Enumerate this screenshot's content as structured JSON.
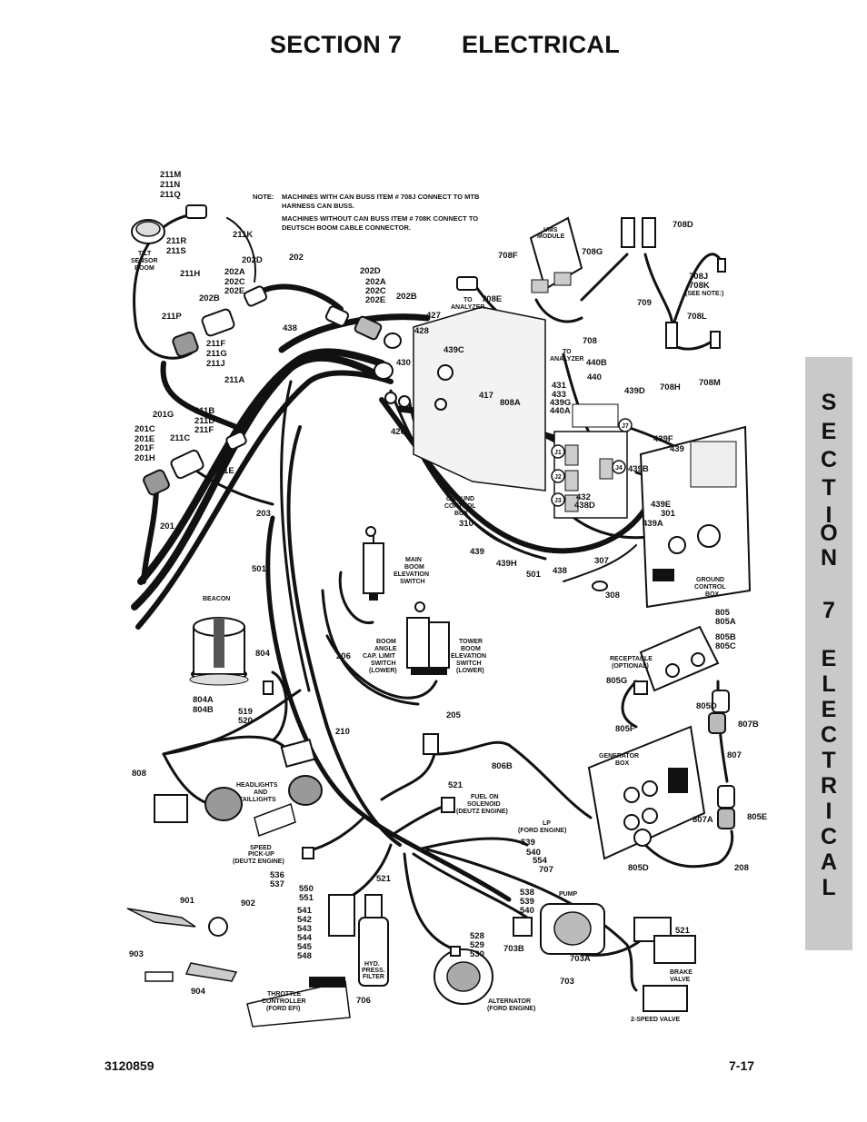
{
  "header": {
    "section": "SECTION 7",
    "title": "ELECTRICAL"
  },
  "side_tab": {
    "letters": [
      "S",
      "E",
      "C",
      "T",
      "I",
      "O",
      "N",
      "7",
      "E",
      "L",
      "E",
      "C",
      "T",
      "R",
      "I",
      "C",
      "A",
      "L"
    ]
  },
  "footer": {
    "doc_number": "3120859",
    "page_number": "7-17"
  },
  "note": {
    "lead": "NOTE:",
    "lines": [
      "MACHINES WITH CAN BUSS ITEM # 708J CONNECT TO MTB",
      "HARNESS CAN BUSS.",
      "MACHINES WITHOUT CAN BUSS ITEM # 708K CONNECT TO",
      "DEUTSCH BOOM CABLE CONNECTOR."
    ]
  },
  "labels": {
    "l211m": "211M",
    "l211n": "211N",
    "l211q": "211Q",
    "l211k": "211K",
    "l211r": "211R",
    "l211s": "211S",
    "tilt1": "TILT",
    "tilt2": "SENSOR",
    "tilt3": "BOOM",
    "l211h": "211H",
    "l202d": "202D",
    "l202": "202",
    "l202a": "202A",
    "l202c": "202C",
    "l202e": "202E",
    "l202b": "202B",
    "l202d2": "202D",
    "l202a2": "202A",
    "l202c2": "202C",
    "l202e2": "202E",
    "l202b2": "202B",
    "l211p": "211P",
    "l211f": "211F",
    "l211g": "211G",
    "l211j": "211J",
    "l438": "438",
    "l427": "427",
    "l428": "428",
    "l430": "430",
    "l211a": "211A",
    "l426": "426",
    "l201g": "201G",
    "l211b": "211B",
    "l211d": "211D",
    "l211f2": "211F",
    "l201c": "201C",
    "l201e": "201E",
    "l201f": "201F",
    "l201h": "201H",
    "l211c": "211C",
    "l211e": "211E",
    "l203": "203",
    "l201": "201",
    "l501": "501",
    "beacon": "BEACON",
    "l804": "804",
    "l804a": "804A",
    "l804b": "804B",
    "l519": "519",
    "l520": "520",
    "l808": "808",
    "hl1": "HEADLIGHTS",
    "hl2": "AND",
    "hl3": "TAILLIGHTS",
    "sp1": "SPEED",
    "sp2": "PICK-UP",
    "sp3": "(DEUTZ ENGINE)",
    "l536": "536",
    "l537": "537",
    "l550": "550",
    "l551": "551",
    "l521a": "521",
    "l541": "541",
    "l542": "542",
    "l543": "543",
    "l544": "544",
    "l545": "545",
    "l548": "548",
    "l901": "901",
    "l902": "902",
    "l903": "903",
    "l904": "904",
    "tc1": "THROTTLE",
    "tc2": "CONTROLLER",
    "tc3": "(FORD EFI)",
    "l706": "706",
    "hp1": "HYD.",
    "hp2": "PRESS.",
    "hp3": "FILTER",
    "l528": "528",
    "l529": "529",
    "l530": "530",
    "alt1": "ALTERNATOR",
    "alt2": "(FORD ENGINE)",
    "l538": "538",
    "l539": "539",
    "l540": "540",
    "pump": "PUMP",
    "l703b": "703B",
    "l703a": "703A",
    "l703": "703",
    "l521b": "521",
    "bv1": "BRAKE",
    "bv2": "VALVE",
    "twospeed": "2-SPEED VALVE",
    "lp1": "LP",
    "lp2": "(FORD ENGINE)",
    "l539b": "539",
    "l540b": "540",
    "l554": "554",
    "l707": "707",
    "l521c": "521",
    "fs1": "FUEL ON",
    "fs2": "SOLENOID",
    "fs3": "(DEUTZ ENGINE)",
    "l806b": "806B",
    "l206": "206",
    "l210": "210",
    "l205": "205",
    "mb1": "MAIN",
    "mb2": "BOOM",
    "mb3": "ELEVATION",
    "mb4": "SWITCH",
    "ba1": "BOOM",
    "ba2": "ANGLE",
    "ba3": "CAP. LIMIT",
    "ba4": "SWITCH",
    "ba5": "(LOWER)",
    "tb1": "TOWER",
    "tb2": "BOOM",
    "tb3": "ELEVATION",
    "tb4": "SWITCH",
    "tb5": "(LOWER)",
    "gen1": "GENERATOR",
    "gen2": "BOX",
    "l805d": "805D",
    "l805d2": "805D",
    "l805f": "805F",
    "l807b": "807B",
    "l807": "807",
    "l807a": "807A",
    "l805e": "805E",
    "l208": "208",
    "rec1": "RECEPTACLE",
    "rec2": "(OPTIONAL)",
    "l805g": "805G",
    "l805": "805",
    "l805a": "805A",
    "l805b": "805B",
    "l805c": "805C",
    "ums1": "UMS",
    "ums2": "MODULE",
    "l708d": "708D",
    "l708f": "708F",
    "l708g": "708G",
    "l708e": "708E",
    "ta1": "TO",
    "ta2": "ANALYZER",
    "ta3": "TO",
    "ta4": "ANALYZER",
    "l708j": "708J",
    "l708k": "708K",
    "seenote": "(SEE NOTE:)",
    "l709": "709",
    "l708l": "708L",
    "l708": "708",
    "l708h": "708H",
    "l708m": "708M",
    "l439c": "439C",
    "l440b": "440B",
    "l440": "440",
    "l417": "417",
    "l808a": "808A",
    "l431": "431",
    "l433": "433",
    "l439g": "439G",
    "l440a": "440A",
    "l439d": "439D",
    "l439f": "439F",
    "l439": "439",
    "l439b": "439B",
    "l432": "432",
    "l438d": "438D",
    "l439e": "439E",
    "l301": "301",
    "l439a": "439A",
    "gcb1": "GROUND",
    "gcb2": "CONTROL",
    "gcb3": "BOX",
    "l310": "310",
    "l439h": "439H",
    "l439b2": "439",
    "l501b": "501",
    "l438b": "438",
    "l307": "307",
    "l308": "308",
    "gcb4": "GROUND",
    "gcb5": "CONTROL",
    "gcb6": "BOX",
    "j1": "J1",
    "j2": "J2",
    "j3": "J3",
    "j4": "J4",
    "j7": "J7"
  }
}
